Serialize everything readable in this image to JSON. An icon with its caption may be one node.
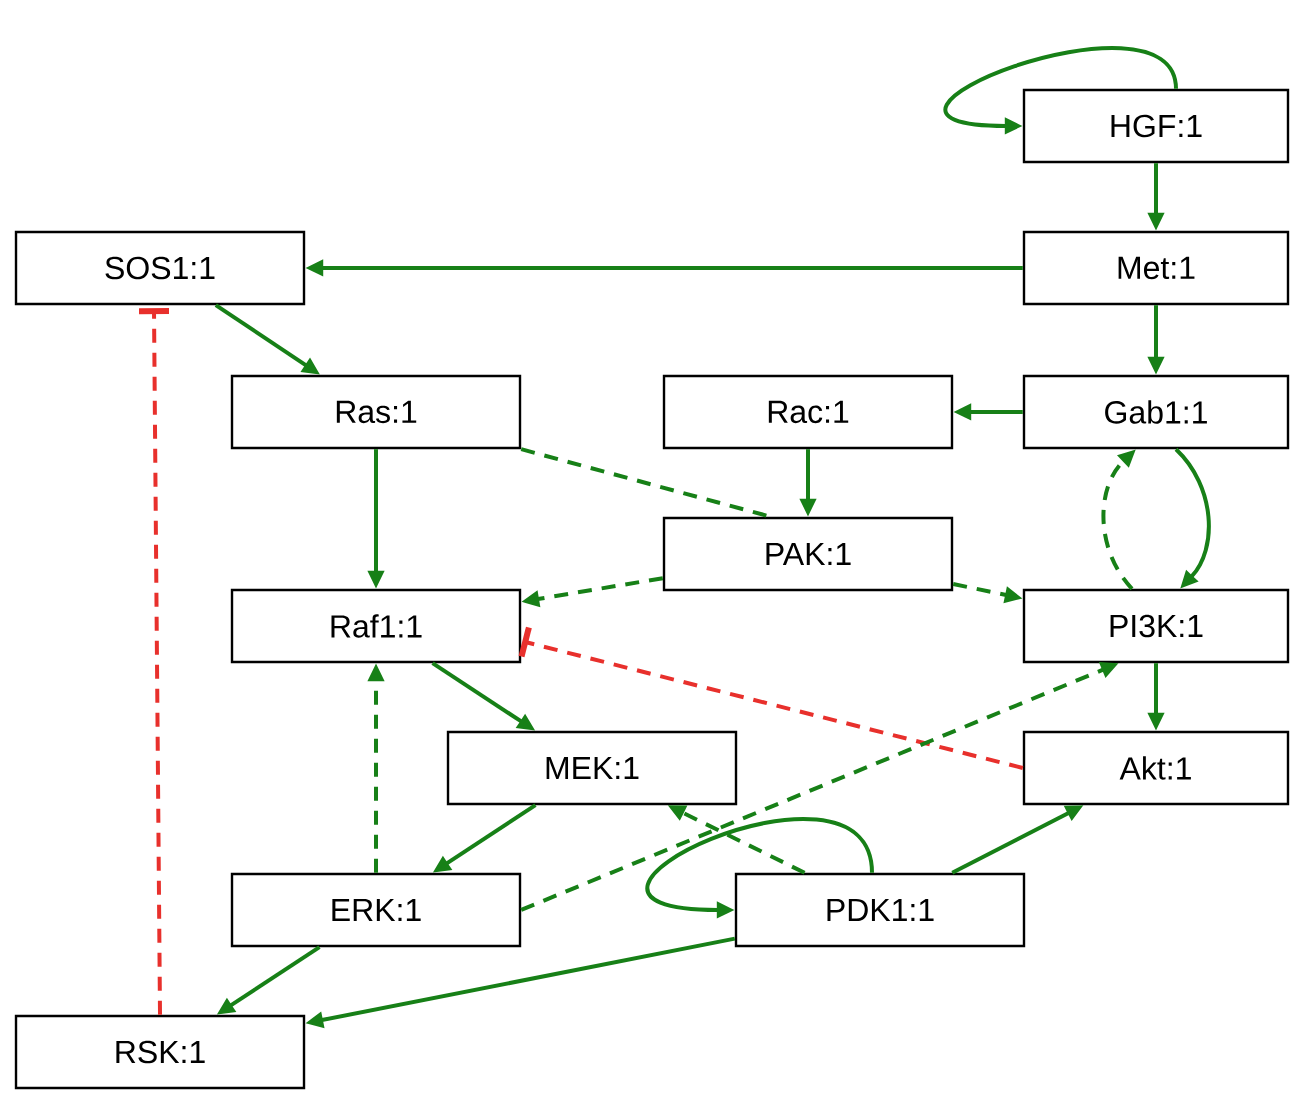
{
  "diagram": {
    "nodes": [
      {
        "text": [
          "HGF:1"
        ]
      },
      {
        "text": [
          "Met:1"
        ]
      },
      {
        "text": [
          "SOS1:1"
        ]
      },
      {
        "text": [
          "Ras:1"
        ]
      },
      {
        "text": [
          "Rac:1"
        ]
      },
      {
        "text": [
          "Gab1:1"
        ]
      },
      {
        "text": [
          "PAK:1"
        ]
      },
      {
        "text": [
          "Raf1:1"
        ]
      },
      {
        "text": [
          "PI3K:1"
        ]
      },
      {
        "text": [
          "MEK:1"
        ]
      },
      {
        "text": [
          "Akt:1"
        ]
      },
      {
        "text": [
          "ERK:1"
        ]
      },
      {
        "text": [
          "PDK1:1"
        ]
      },
      {
        "text": [
          "RSK:1"
        ]
      }
    ],
    "edges": [
      {
        "from": 0,
        "to": 0,
        "arrow": "to"
      },
      {
        "from": 0,
        "to": 1,
        "arrow": "to"
      },
      {
        "from": 1,
        "to": 2,
        "arrow": "to"
      },
      {
        "from": 1,
        "to": 5,
        "arrow": "to"
      },
      {
        "from": 2,
        "to": 3,
        "arrow": "to"
      },
      {
        "from": 5,
        "to": 4,
        "arrow": "to"
      },
      {
        "from": 4,
        "to": 6,
        "arrow": "to"
      },
      {
        "from": 5,
        "to": 8,
        "arrow": "to"
      },
      {
        "from": 8,
        "to": 5,
        "arrow": "to",
        "style": "dashed"
      },
      {
        "from": 3,
        "to": 6,
        "arrow": "none",
        "style": "dashed"
      },
      {
        "from": 6,
        "to": 7,
        "arrow": "to",
        "style": "dashed"
      },
      {
        "from": 6,
        "to": 8,
        "arrow": "to",
        "style": "dashed"
      },
      {
        "from": 3,
        "to": 7,
        "arrow": "to"
      },
      {
        "from": 10,
        "to": 7,
        "arrow": "other",
        "style": "dashed",
        "color": "#e8302c"
      },
      {
        "from": 8,
        "to": 10,
        "arrow": "to"
      },
      {
        "from": 7,
        "to": 9,
        "arrow": "to"
      },
      {
        "from": 9,
        "to": 11,
        "arrow": "to"
      },
      {
        "from": 11,
        "to": 7,
        "arrow": "to",
        "style": "dashed"
      },
      {
        "from": 11,
        "to": 8,
        "arrow": "to",
        "style": "dashed"
      },
      {
        "from": 12,
        "to": 9,
        "arrow": "to",
        "style": "dashed"
      },
      {
        "from": 12,
        "to": 12,
        "arrow": "to"
      },
      {
        "from": 12,
        "to": 10,
        "arrow": "to"
      },
      {
        "from": 12,
        "to": 13,
        "arrow": "to"
      },
      {
        "from": 11,
        "to": 13,
        "arrow": "to"
      },
      {
        "from": 13,
        "to": 2,
        "arrow": "other",
        "style": "dashed",
        "color": "#e8302c"
      }
    ]
  }
}
